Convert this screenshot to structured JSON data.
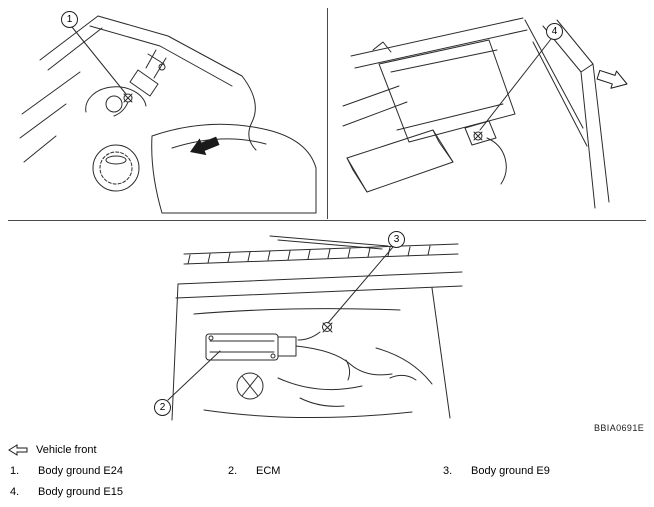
{
  "figure": {
    "code": "BBIA0691E",
    "callouts": {
      "c1": "1",
      "c2": "2",
      "c3": "3",
      "c4": "4"
    }
  },
  "legend": {
    "vehicle_front_label": "Vehicle front",
    "items": [
      {
        "num": "1.",
        "label": "Body ground E24"
      },
      {
        "num": "2.",
        "label": "ECM"
      },
      {
        "num": "3.",
        "label": "Body ground E9"
      },
      {
        "num": "4.",
        "label": "Body ground E15"
      }
    ]
  }
}
